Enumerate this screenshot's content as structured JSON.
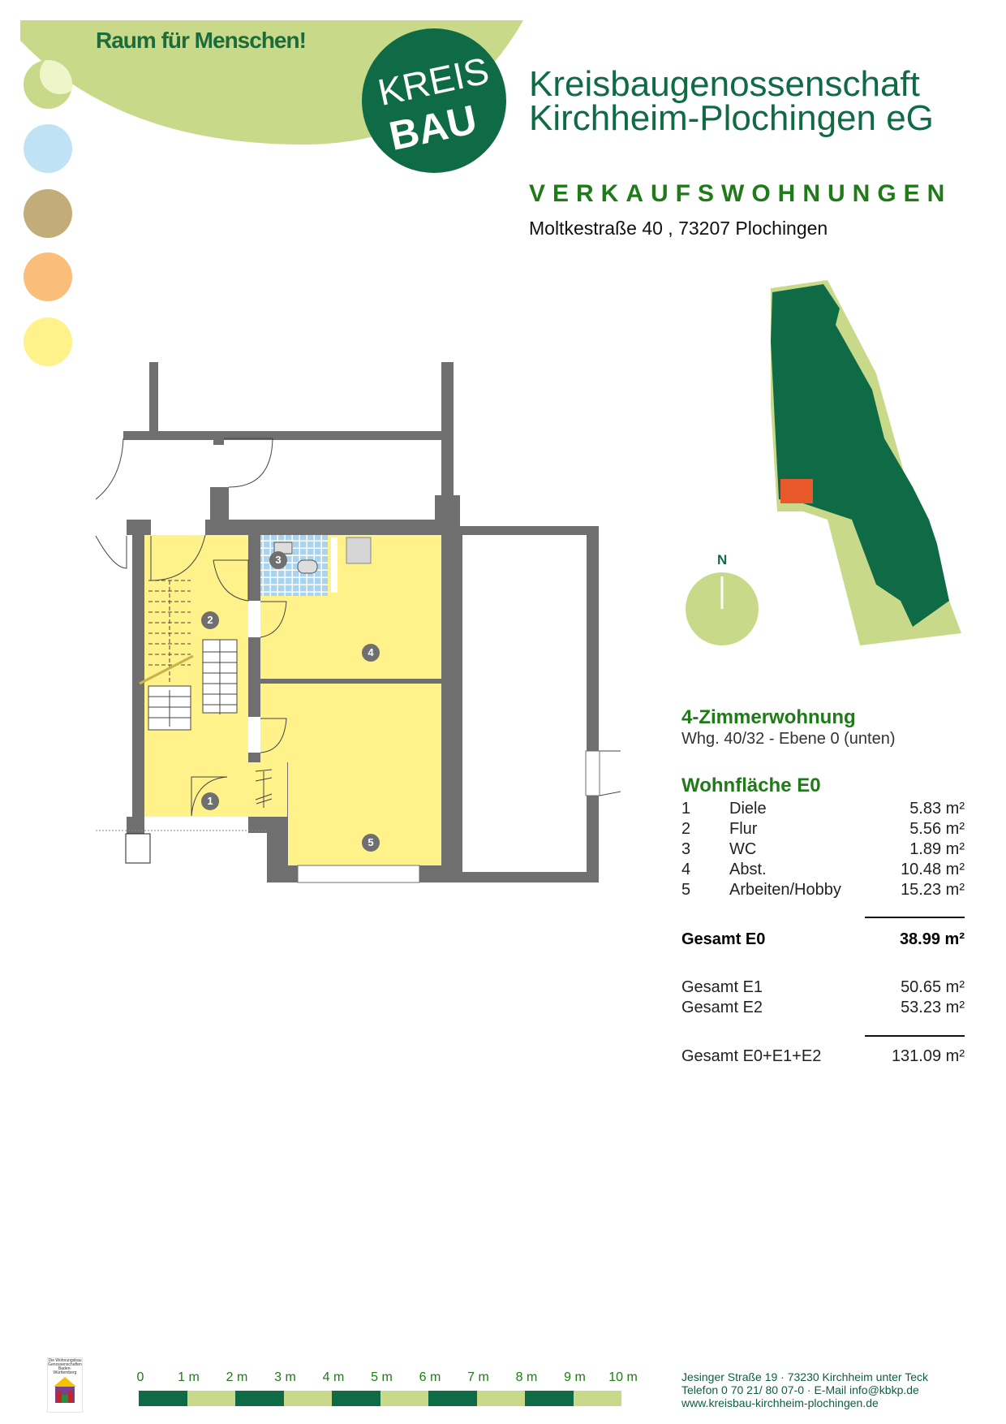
{
  "header": {
    "slogan": "Raum für Menschen!",
    "logo_text": "KREIS BAU",
    "company_line1": "Kreisbaugenossenschaft",
    "company_line2": "Kirchheim-Plochingen eG",
    "title": "VERKAUFSWOHNUNGEN",
    "address": "Moltkestraße 40 , 73207 Plochingen"
  },
  "colors": {
    "brand_green": "#0f6b45",
    "light_green": "#c8da8a",
    "title_green": "#1f7a18",
    "room_yellow": "#fff28a",
    "wall_gray": "#6f6f6f",
    "highlight": "#e8582a"
  },
  "decor_dots": [
    "#dbe9a8",
    "#bfe2f5",
    "#c2ad78",
    "#f9bf7a",
    "#fff28a"
  ],
  "north_label": "N",
  "floorplan": {
    "room_numbers": [
      "1",
      "2",
      "3",
      "4",
      "5"
    ]
  },
  "apartment": {
    "type": "4-Zimmerwohnung",
    "subtitle": "Whg. 40/32 - Ebene 0 (unten)",
    "area_heading": "Wohnfläche E0",
    "rooms": [
      {
        "no": "1",
        "name": "Diele",
        "area": "5.83 m²"
      },
      {
        "no": "2",
        "name": "Flur",
        "area": "5.56 m²"
      },
      {
        "no": "3",
        "name": "WC",
        "area": "1.89 m²"
      },
      {
        "no": "4",
        "name": "Abst.",
        "area": "10.48 m²"
      },
      {
        "no": "5",
        "name": "Arbeiten/Hobby",
        "area": "15.23 m²"
      }
    ],
    "total_e0_label": "Gesamt E0",
    "total_e0": "38.99 m²",
    "total_e1_label": "Gesamt E1",
    "total_e1": "50.65 m²",
    "total_e2_label": "Gesamt E2",
    "total_e2": "53.23 m²",
    "total_all_label": "Gesamt E0+E1+E2",
    "total_all": "131.09 m²"
  },
  "scale": {
    "labels": [
      "0",
      "1 m",
      "2 m",
      "3 m",
      "4 m",
      "5 m",
      "6 m",
      "7 m",
      "8 m",
      "9 m",
      "10 m"
    ]
  },
  "footer": {
    "line1": "Jesinger Straße 19 · 73230 Kirchheim unter Teck",
    "line2": "Telefon 0 70 21/ 80 07-0 · E-Mail info@kbkp.de",
    "line3": "www.kreisbau-kirchheim-plochingen.de",
    "badge_text": "Die Wohnungsbau Genossenschaften Baden-Württemberg"
  }
}
